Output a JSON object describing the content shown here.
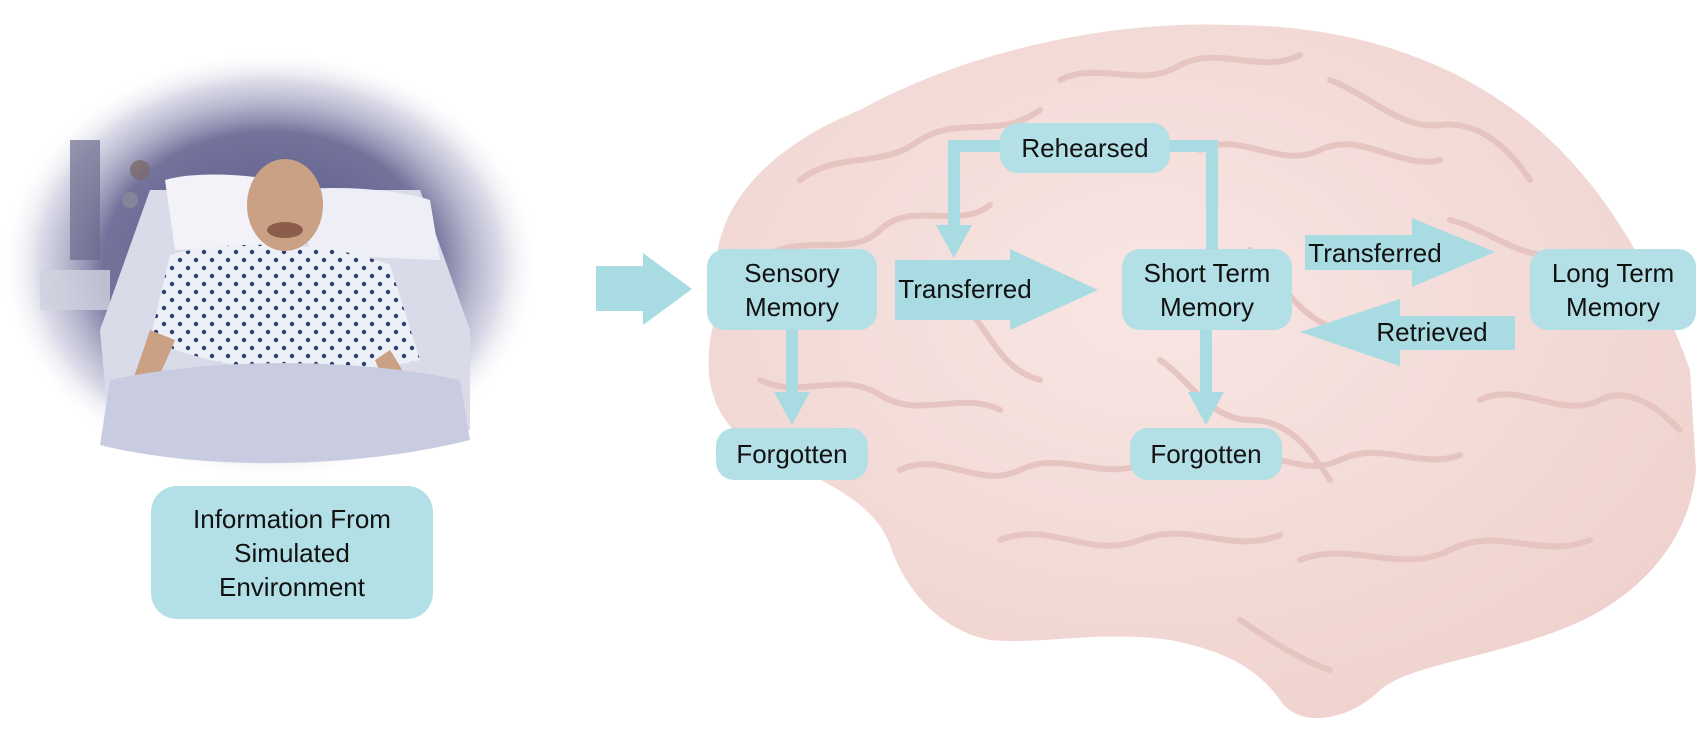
{
  "colors": {
    "box_fill": "#b3dfe6",
    "arrow_fill": "#a9dbe3",
    "brain_fill": "#f6dfdc",
    "brain_fold": "#e9c9c5",
    "text": "#111111"
  },
  "source": {
    "label": "Information From\nSimulated\nEnvironment",
    "image": "patient-simulator-manikin-in-bed"
  },
  "nodes": {
    "sensory_memory": "Sensory\nMemory",
    "short_term_memory": "Short Term\nMemory",
    "long_term_memory": "Long Term\nMemory",
    "forgotten_sensory": "Forgotten",
    "forgotten_short_term": "Forgotten",
    "rehearsed": "Rehearsed"
  },
  "edges": {
    "sensory_to_short_term": "Transferred",
    "short_term_to_long_term": "Transferred",
    "long_term_to_short_term": "Retrieved"
  }
}
